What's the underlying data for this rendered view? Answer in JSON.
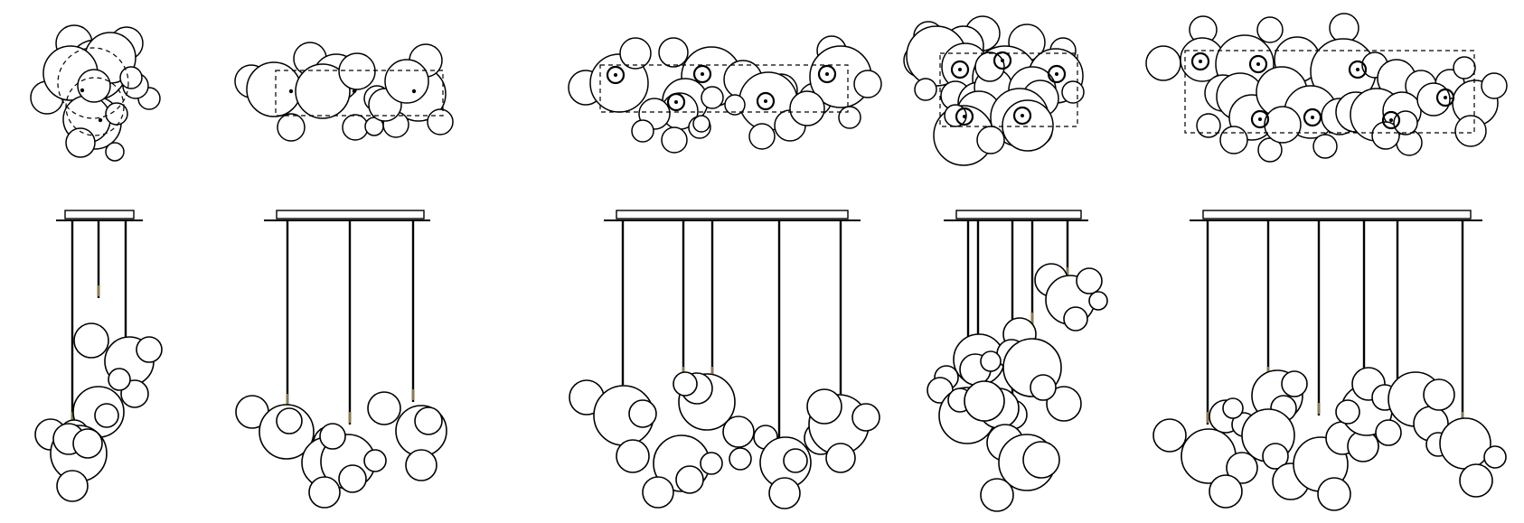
{
  "drawing": {
    "line_color": "#000000",
    "fill_color": "#ffffff",
    "connector_color": "#8a7a55",
    "views": [
      "plan",
      "elevation"
    ],
    "models": [
      {
        "id": "model-1",
        "pendant_count": 3,
        "plan_outline": "circle",
        "shows_dashed_centre_rings": true
      },
      {
        "id": "model-2",
        "pendant_count": 3,
        "plan_outline": "rectangle",
        "shows_dashed_centre_rings": false
      },
      {
        "id": "model-3",
        "pendant_count": 5,
        "plan_outline": "rectangle",
        "shows_dashed_centre_rings": false
      },
      {
        "id": "model-4",
        "pendant_count": 5,
        "plan_outline": "rectangle",
        "shows_dashed_centre_rings": false
      },
      {
        "id": "model-5",
        "pendant_count": 7,
        "plan_outline": "rectangle",
        "shows_dashed_centre_rings": false
      }
    ]
  }
}
